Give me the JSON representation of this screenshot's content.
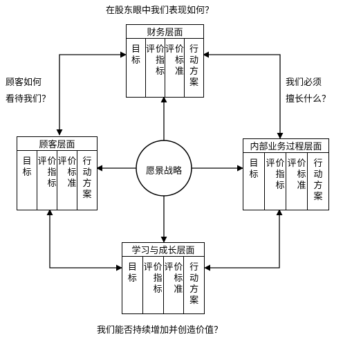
{
  "questions": {
    "top": "在股东眼中我们表现如何？",
    "left": [
      "顾客如何",
      "看待我们？"
    ],
    "right": [
      "我们必须",
      "擅长什么？"
    ],
    "bottom": "我们能否持续增加并创造价值？"
  },
  "center": "愿景战略",
  "boxes": {
    "top": {
      "title": "财务层面",
      "columns": [
        [
          "目标"
        ],
        [
          "评",
          "价指标"
        ],
        [
          "评",
          "价标准"
        ],
        [
          "行动方案"
        ]
      ]
    },
    "left": {
      "title": "顾客层面",
      "columns": [
        [
          "目标"
        ],
        [
          "评",
          "价指标"
        ],
        [
          "评",
          "价标准"
        ],
        [
          "行动方案"
        ]
      ]
    },
    "right": {
      "title": "内部业务过程层面",
      "columns": [
        [
          "目标"
        ],
        [
          "评",
          "价指标"
        ],
        [
          "评",
          "价标准"
        ],
        [
          "行动方案"
        ]
      ]
    },
    "bottom": {
      "title": "学习与成长层面",
      "columns": [
        [
          "目标"
        ],
        [
          "评",
          "价指标"
        ],
        [
          "评",
          "价标准"
        ],
        [
          "行动方案"
        ]
      ]
    }
  }
}
